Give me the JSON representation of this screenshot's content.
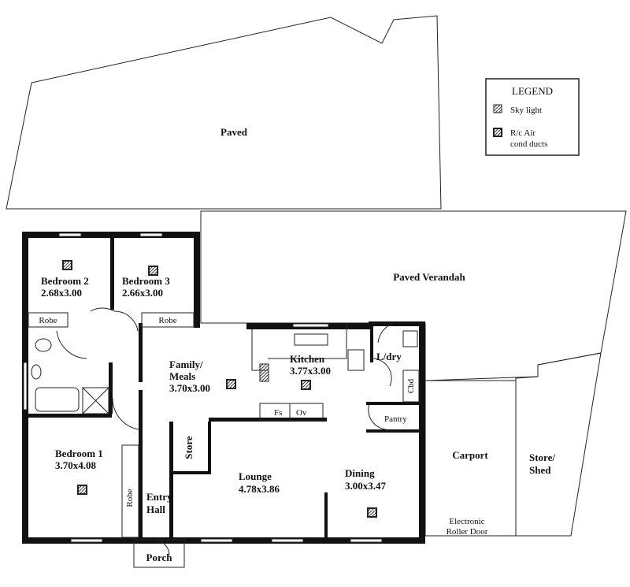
{
  "legend": {
    "title": "LEGEND",
    "items": [
      {
        "icon": "skylight-icon",
        "label": "Sky light"
      },
      {
        "icon": "air-duct-icon",
        "label_line1": "R/c Air",
        "label_line2": "cond ducts"
      }
    ]
  },
  "areas": {
    "paved": "Paved",
    "verandah": "Paved Verandah",
    "bedroom2": {
      "name": "Bedroom 2",
      "size": "2.68x3.00"
    },
    "bedroom3": {
      "name": "Bedroom 3",
      "size": "2.66x3.00"
    },
    "robe": "Robe",
    "family": {
      "name1": "Family/",
      "name2": "Meals",
      "size": "3.70x3.00"
    },
    "kitchen": {
      "name": "Kitchen",
      "size": "3.77x3.00"
    },
    "laundry": "L/dry",
    "cbd": "Cbd",
    "pantry": "Pantry",
    "fs": "Fs",
    "ov": "Ov",
    "store": "Store",
    "bedroom1": {
      "name": "Bedroom 1",
      "size": "3.70x4.08"
    },
    "entry": {
      "name1": "Entry",
      "name2": "Hall"
    },
    "lounge": {
      "name": "Lounge",
      "size": "4.78x3.86"
    },
    "dining": {
      "name": "Dining",
      "size": "3.00x3.47"
    },
    "carport": "Carport",
    "shed": {
      "name1": "Store/",
      "name2": "Shed"
    },
    "roller_door": {
      "line1": "Electronic",
      "line2": "Roller Door"
    },
    "porch": "Porch"
  }
}
